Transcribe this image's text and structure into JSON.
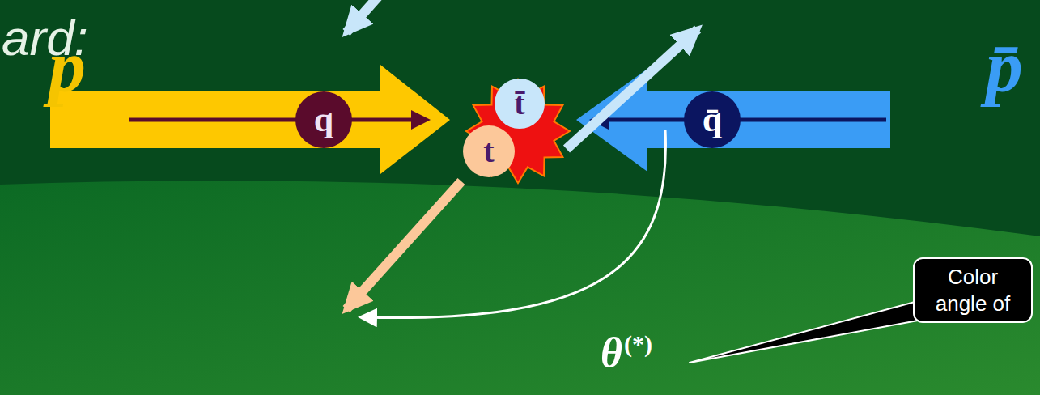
{
  "diagram": {
    "nodes": [
      {
        "text": [
          "q"
        ]
      },
      {
        "text": [
          "t̄"
        ]
      },
      {
        "text": [
          "t"
        ]
      },
      {
        "text": [
          "q̄"
        ]
      },
      {
        "text": [
          "Color angle of"
        ]
      }
    ],
    "labels": [
      "ard:",
      "p",
      "p̄",
      "θ",
      "(*)"
    ]
  }
}
